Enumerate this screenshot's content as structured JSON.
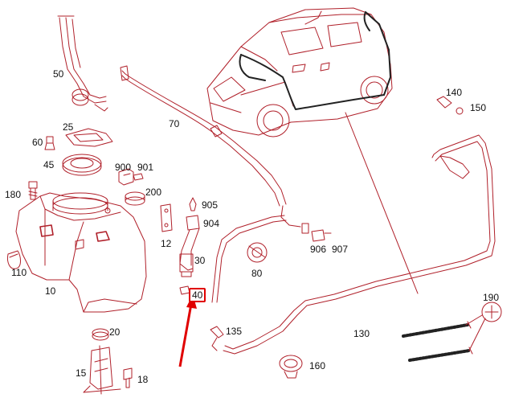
{
  "labels": {
    "l10": "10",
    "l12": "12",
    "l15": "15",
    "l18": "18",
    "l20": "20",
    "l25": "25",
    "l30": "30",
    "l40": "40",
    "l45": "45",
    "l50": "50",
    "l60": "60",
    "l70": "70",
    "l80": "80",
    "l110": "110",
    "l130": "130",
    "l135": "135",
    "l140": "140",
    "l150": "150",
    "l160": "160",
    "l180": "180",
    "l190": "190",
    "l200": "200",
    "l900": "900",
    "l901": "901",
    "l904": "904",
    "l905": "905",
    "l906": "906",
    "l907": "907"
  },
  "colors": {
    "line_art": "#b0202a",
    "highlight": "#e00000",
    "arrow": "#e00000"
  },
  "highlighted_part": "40"
}
